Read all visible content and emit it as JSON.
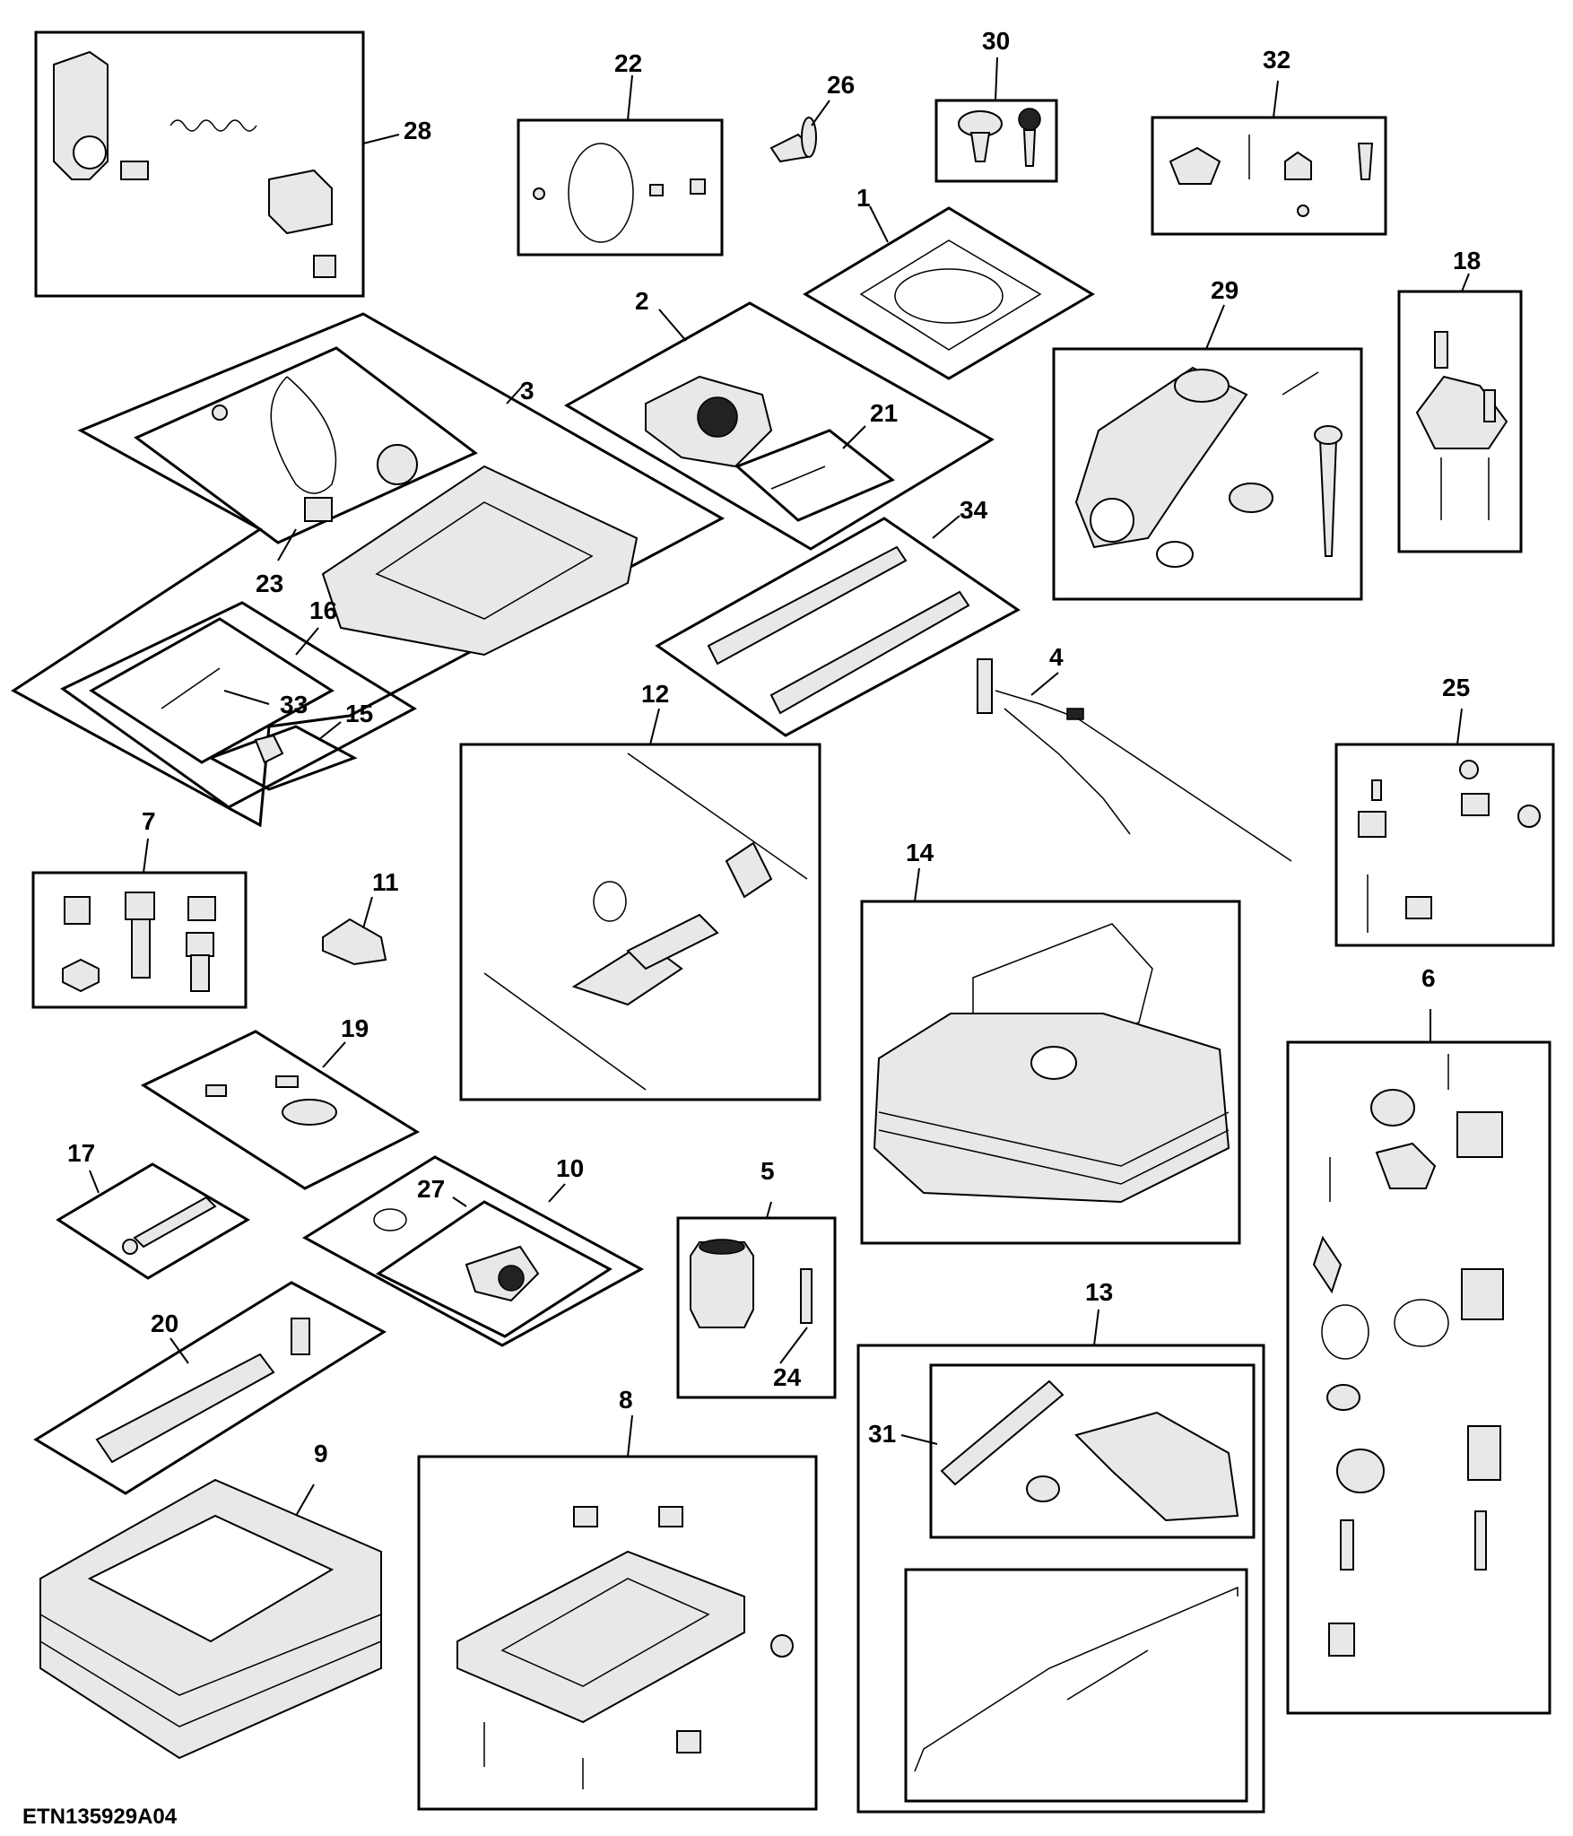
{
  "figure_id": "ETN135929A04",
  "callouts": [
    "1",
    "2",
    "3",
    "4",
    "5",
    "6",
    "7",
    "8",
    "9",
    "10",
    "11",
    "12",
    "13",
    "14",
    "15",
    "16",
    "17",
    "18",
    "19",
    "20",
    "21",
    "22",
    "23",
    "24",
    "25",
    "26",
    "27",
    "28",
    "29",
    "30",
    "31",
    "32",
    "33",
    "34"
  ]
}
